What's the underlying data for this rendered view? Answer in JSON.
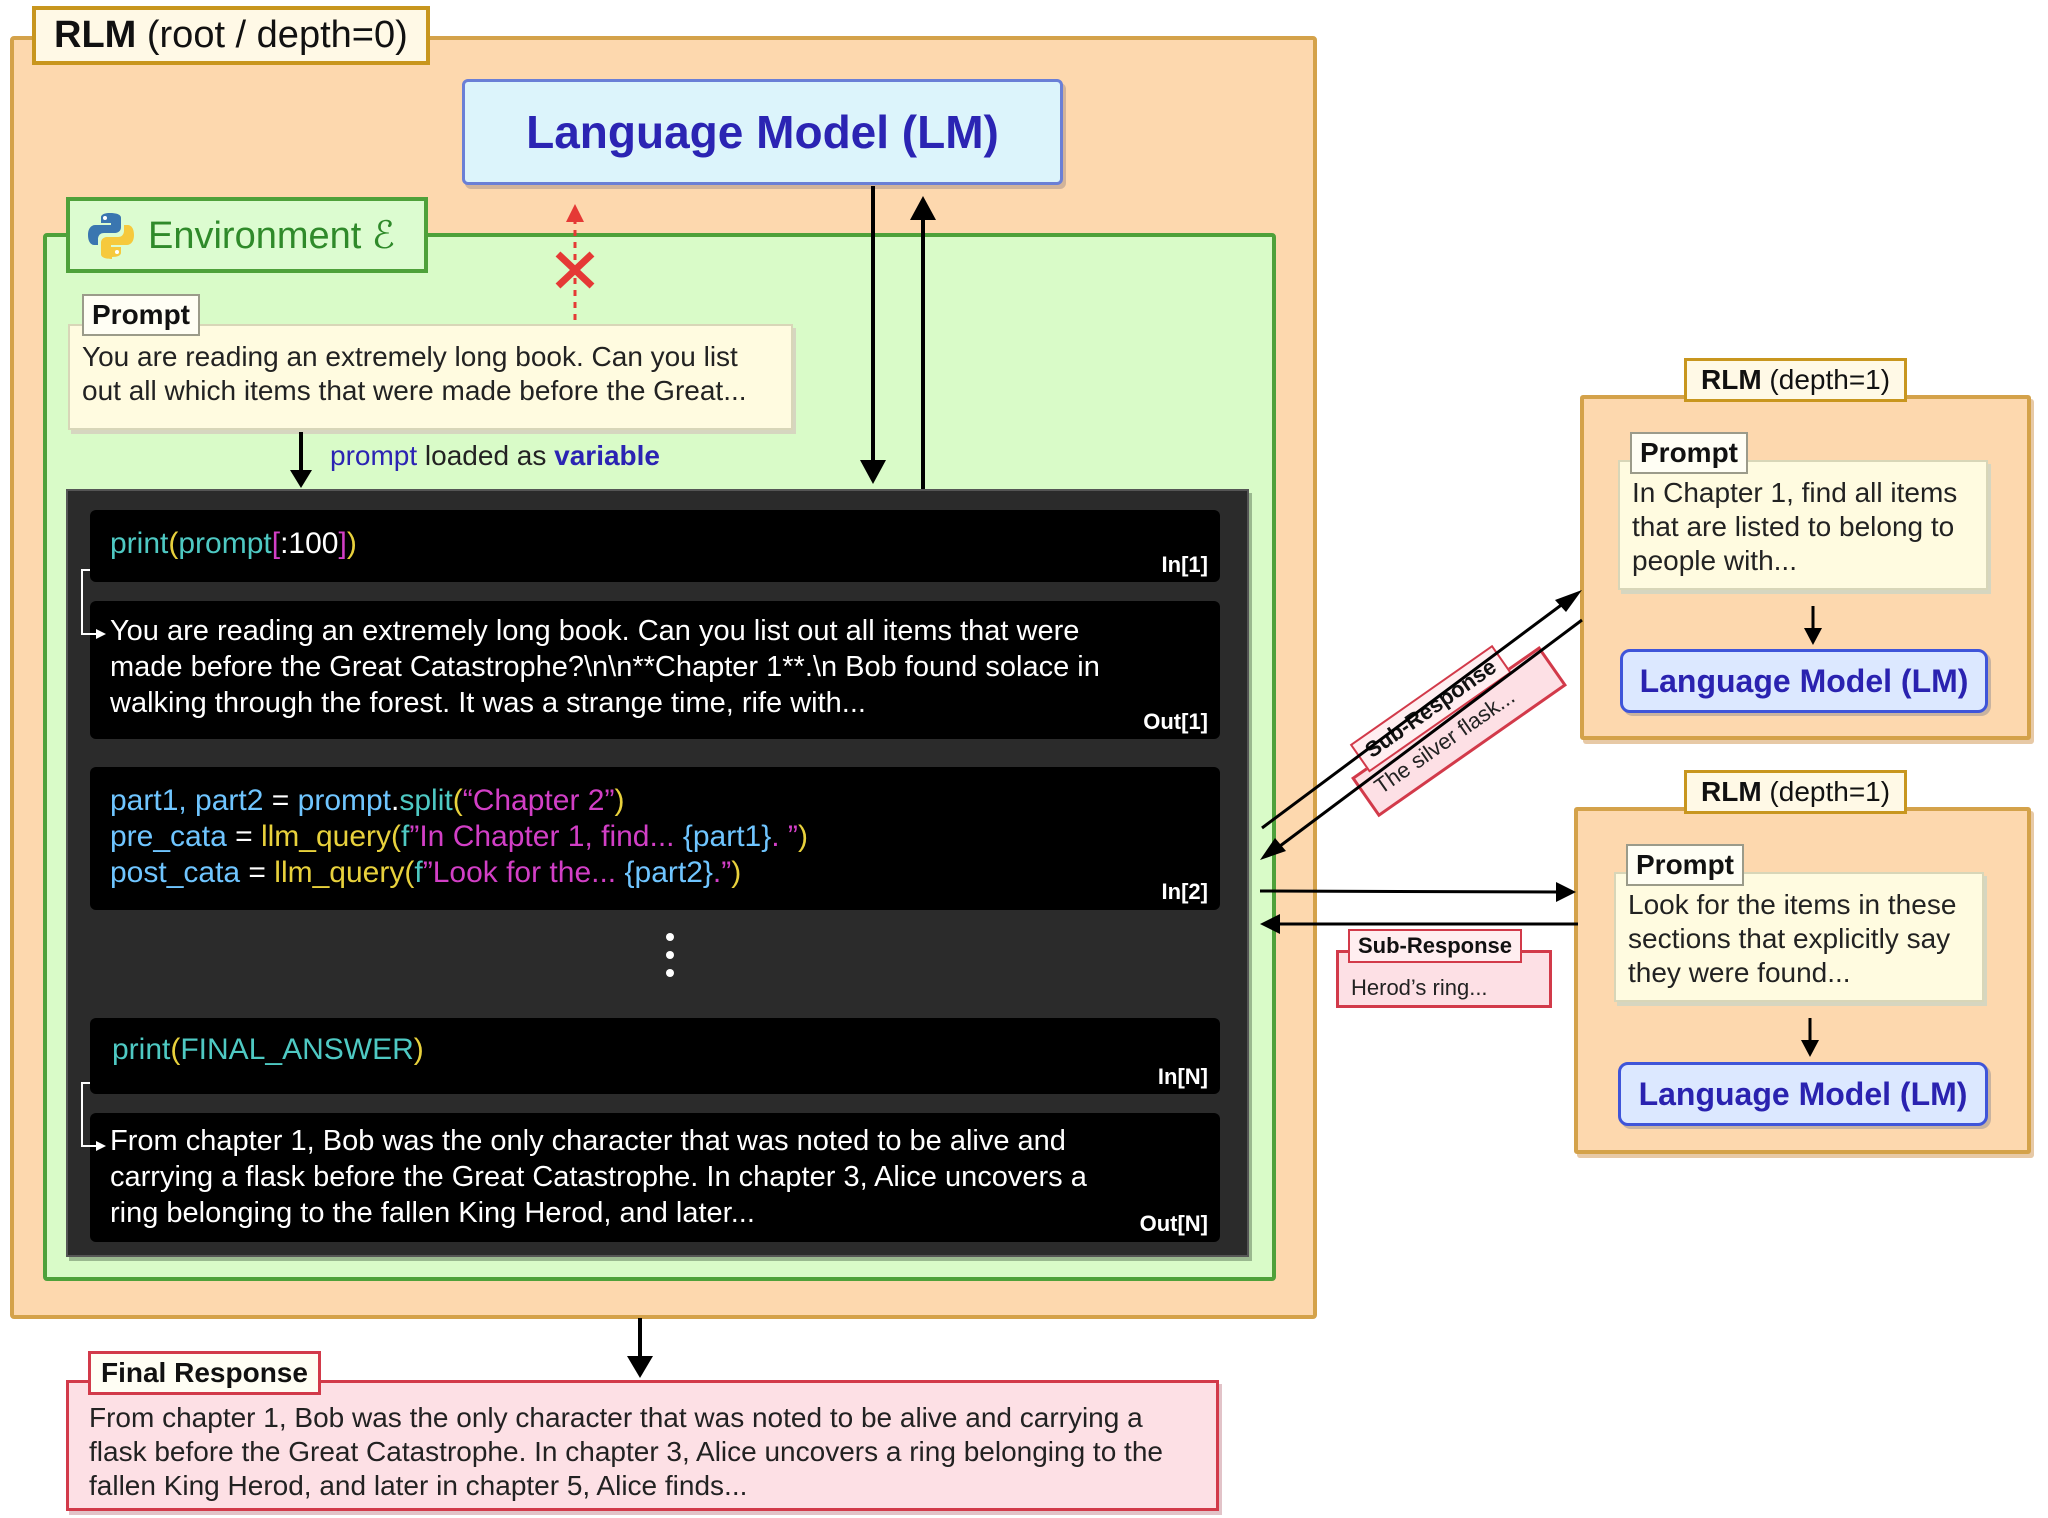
{
  "root": {
    "title_bold": "RLM",
    "title_rest": " (root / depth=0)",
    "lm_label": "Language Model (LM)"
  },
  "environment": {
    "label": "Environment ℰ",
    "icon": "python-icon"
  },
  "prompt": {
    "tag": "Prompt",
    "text": "You are reading an extremely long book. Can you list out all which items that were made before the Great..."
  },
  "loaded_note": {
    "word1": "prompt",
    "word2": " loaded as ",
    "word3": "variable"
  },
  "notebook": {
    "cells": [
      {
        "kind": "in",
        "label": "In[1]",
        "code": {
          "fn": "print",
          "open": "(",
          "var": "prompt",
          "slice_open": "[",
          "slice": ":100",
          "slice_close": "]",
          "close": ")"
        }
      },
      {
        "kind": "out",
        "label": "Out[1]",
        "text": "You are reading an extremely long book. Can you list out all items that were made before the Great Catastrophe?\\n\\n**Chapter 1**.\\n Bob found solace in walking through the forest. It was a strange time, rife with..."
      },
      {
        "kind": "in",
        "label": "In[2]",
        "lines": [
          {
            "a": "part1, part2",
            "b": " = ",
            "c": "prompt",
            "d": ".",
            "e": "split",
            "f": "(",
            "g": "“Chapter 2”",
            "h": ")"
          },
          {
            "a": "pre_cata",
            "b": " = ",
            "c": "llm_query",
            "d": "(",
            "e": "f",
            "f": "”In Chapter 1, find... ",
            "g": "{part1}",
            "h": ". ”",
            "i": ")"
          },
          {
            "a": "post_cata",
            "b": " = ",
            "c": "llm_query",
            "d": "(",
            "e": "f",
            "f": "”Look for the... ",
            "g": "{part2}",
            "h": ".”",
            "i": ")"
          }
        ]
      },
      {
        "kind": "in",
        "label": "In[N]",
        "code": {
          "fn": "print",
          "open": "(",
          "var": "FINAL_ANSWER",
          "close": ")"
        }
      },
      {
        "kind": "out",
        "label": "Out[N]",
        "text": "From chapter 1, Bob was the only character that was noted to be alive and carrying a flask before the Great Catastrophe. In chapter 3, Alice uncovers a ring belonging to the fallen King Herod, and later..."
      }
    ]
  },
  "sub_rlms": [
    {
      "title_bold": "RLM",
      "title_rest": " (depth=1)",
      "prompt_tag": "Prompt",
      "prompt_text": "In Chapter 1, find all items that are listed to belong to people with...",
      "lm_label": "Language Model (LM)"
    },
    {
      "title_bold": "RLM",
      "title_rest": " (depth=1)",
      "prompt_tag": "Prompt",
      "prompt_text": "Look for the items in these sections that explicitly say they were found...",
      "lm_label": "Language Model (LM)"
    }
  ],
  "sub_responses": [
    {
      "tag": "Sub-Response",
      "text": "The silver flask..."
    },
    {
      "tag": "Sub-Response",
      "text": "Herod’s ring..."
    }
  ],
  "final": {
    "tag": "Final Response",
    "text": "From chapter 1, Bob was the only character that was noted to be alive and carrying a flask before the Great Catastrophe. In chapter 3, Alice uncovers a ring belonging to the fallen King Herod, and later in chapter 5, Alice finds..."
  },
  "colors": {
    "root_fill": "#fdd8ae",
    "env_fill": "#d9fbc8",
    "lm_text": "#2b24b3",
    "blocked_arrow": "#e53935",
    "response_border": "#d23a4a"
  }
}
